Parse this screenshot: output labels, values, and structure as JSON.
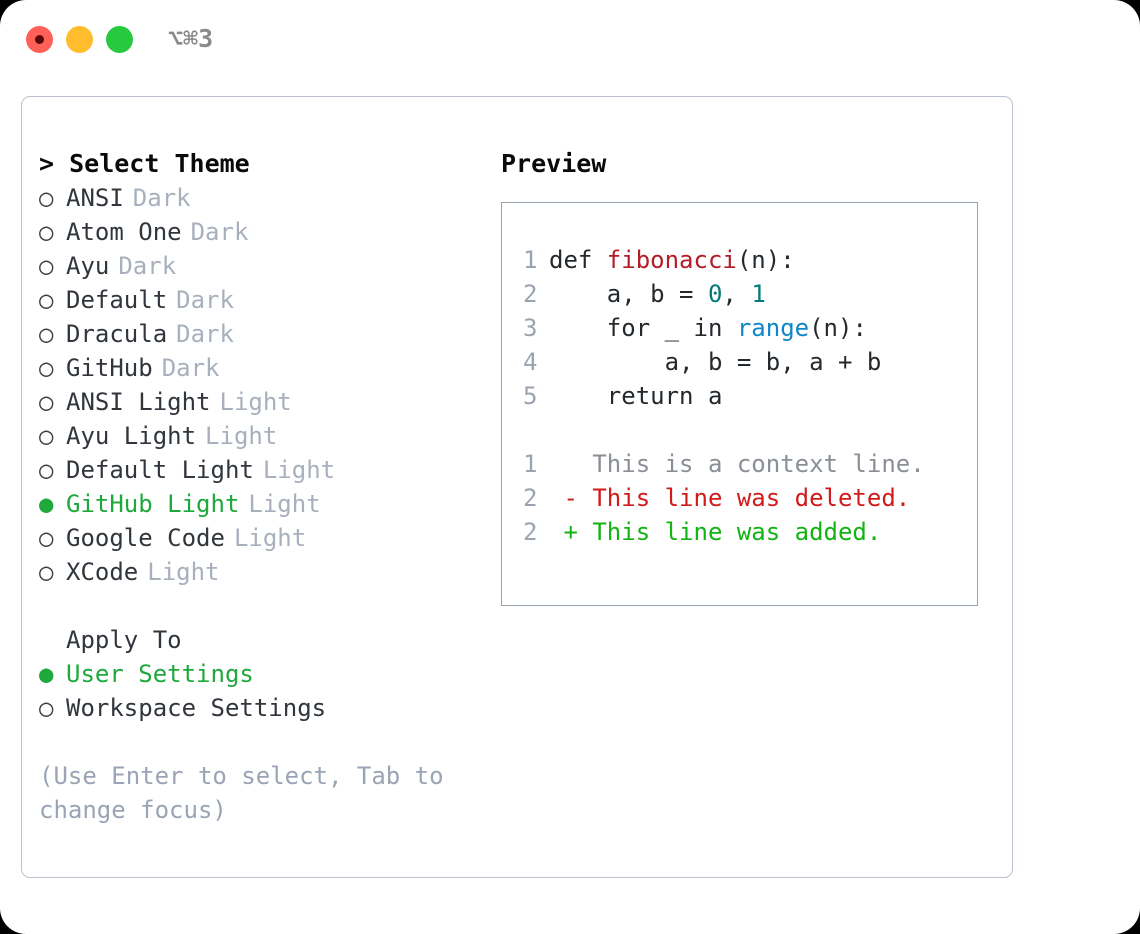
{
  "titlebar": {
    "shortcut": "⌥⌘3",
    "buttons": {
      "close": "close-button",
      "minimize": "minimize-button",
      "maximize": "maximize-button"
    }
  },
  "theme_list": {
    "header": "> Select Theme",
    "items": [
      {
        "marker": "○",
        "label": "ANSI",
        "variant": "Dark",
        "selected": false
      },
      {
        "marker": "○",
        "label": "Atom One",
        "variant": "Dark",
        "selected": false
      },
      {
        "marker": "○",
        "label": "Ayu",
        "variant": "Dark",
        "selected": false
      },
      {
        "marker": "○",
        "label": "Default",
        "variant": "Dark",
        "selected": false
      },
      {
        "marker": "○",
        "label": "Dracula",
        "variant": "Dark",
        "selected": false
      },
      {
        "marker": "○",
        "label": "GitHub",
        "variant": "Dark",
        "selected": false
      },
      {
        "marker": "○",
        "label": "ANSI Light",
        "variant": "Light",
        "selected": false
      },
      {
        "marker": "○",
        "label": "Ayu Light",
        "variant": "Light",
        "selected": false
      },
      {
        "marker": "○",
        "label": "Default Light",
        "variant": "Light",
        "selected": false
      },
      {
        "marker": "●",
        "label": "GitHub Light",
        "variant": "Light",
        "selected": true
      },
      {
        "marker": "○",
        "label": "Google Code",
        "variant": "Light",
        "selected": false
      },
      {
        "marker": "○",
        "label": "XCode",
        "variant": "Light",
        "selected": false
      }
    ]
  },
  "apply_to": {
    "header": "Apply To",
    "items": [
      {
        "marker": "●",
        "label": "User Settings",
        "selected": true
      },
      {
        "marker": "○",
        "label": "Workspace Settings",
        "selected": false
      }
    ]
  },
  "hint": "(Use Enter to select, Tab to change focus)",
  "preview": {
    "header": "Preview",
    "code_lines": [
      {
        "num": "1",
        "tokens": [
          {
            "t": "def ",
            "c": "plain"
          },
          {
            "t": "fibonacci",
            "c": "fn"
          },
          {
            "t": "(n):",
            "c": "plain"
          }
        ]
      },
      {
        "num": "2",
        "tokens": [
          {
            "t": "    a, b = ",
            "c": "plain"
          },
          {
            "t": "0",
            "c": "num"
          },
          {
            "t": ", ",
            "c": "plain"
          },
          {
            "t": "1",
            "c": "num"
          }
        ]
      },
      {
        "num": "3",
        "tokens": [
          {
            "t": "    for _ in ",
            "c": "plain"
          },
          {
            "t": "range",
            "c": "call"
          },
          {
            "t": "(n):",
            "c": "plain"
          }
        ]
      },
      {
        "num": "4",
        "tokens": [
          {
            "t": "        a, b = b, a + b",
            "c": "plain"
          }
        ]
      },
      {
        "num": "5",
        "tokens": [
          {
            "t": "    return a",
            "c": "plain"
          }
        ]
      }
    ],
    "diff_lines": [
      {
        "num": "1",
        "prefix": "  ",
        "text": "This is a context line.",
        "kind": "context"
      },
      {
        "num": "2",
        "prefix": "- ",
        "text": "This line was deleted.",
        "kind": "delete"
      },
      {
        "num": "2",
        "prefix": "+ ",
        "text": "This line was added.",
        "kind": "add"
      }
    ]
  },
  "colors": {
    "selected_green": "#1fa83c",
    "muted": "#a8b0bd",
    "hint": "#9aa4b4",
    "diff_add": "#12b312",
    "diff_delete": "#d01b1b",
    "token_function": "#b31d28",
    "token_number": "#047a78",
    "token_call": "#0f86c8"
  }
}
